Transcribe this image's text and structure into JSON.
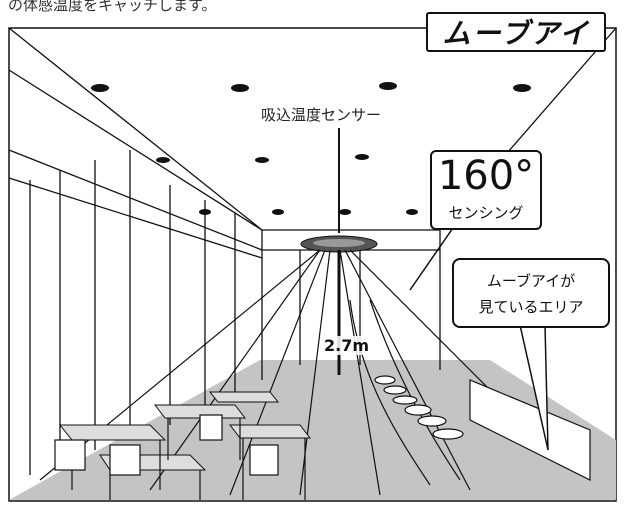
{
  "caption": "の体感温度をキャッチします。",
  "brand": "ムーブアイ",
  "sensor_label": "吸込温度センサー",
  "sensing": {
    "angle": "160°",
    "label": "センシング"
  },
  "view_area": {
    "line1": "ムーブアイが",
    "line2": "見ているエリア"
  },
  "ceiling_height": "2.7m",
  "colors": {
    "line": "#111111",
    "floor": "#b9b9b9",
    "cone": "#6f6f6f",
    "wall": "#ffffff"
  }
}
